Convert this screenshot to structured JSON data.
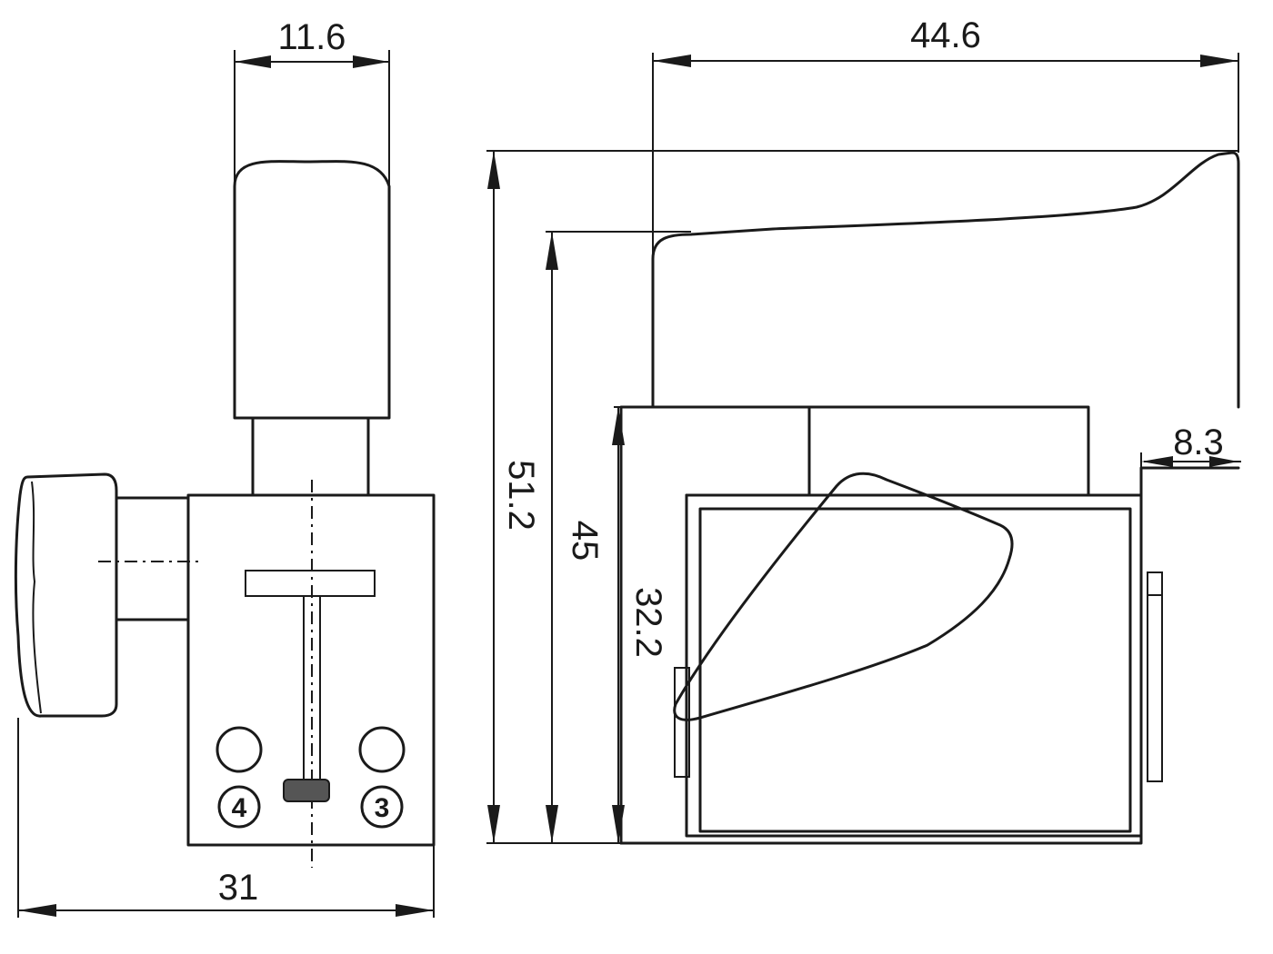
{
  "dimensions": {
    "front_trigger_width": "11.6",
    "front_body_width": "31",
    "side_overall_length": "44.6",
    "side_total_height": "51.2",
    "side_trigger_height": "45",
    "side_body_height": "32.2",
    "side_offset": "8.3"
  },
  "terminals": {
    "left_mark": "4",
    "right_mark": "3"
  }
}
